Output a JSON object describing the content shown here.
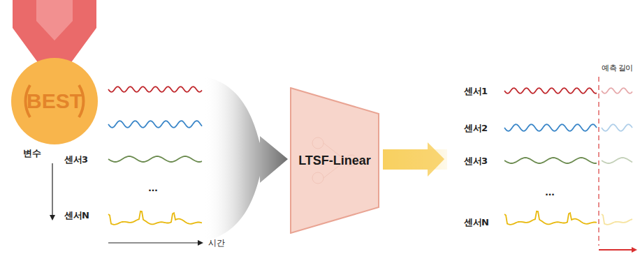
{
  "diagram": {
    "nodes": [
      {
        "text": [
          "BEST"
        ]
      },
      {
        "text": [
          "LTSF-Linear"
        ]
      }
    ],
    "labels": [
      "변수",
      "센서3",
      "...",
      "센서N",
      "시간",
      "센서1",
      "센서2",
      "센서3",
      "...",
      "센서N",
      "예측 길이"
    ]
  }
}
